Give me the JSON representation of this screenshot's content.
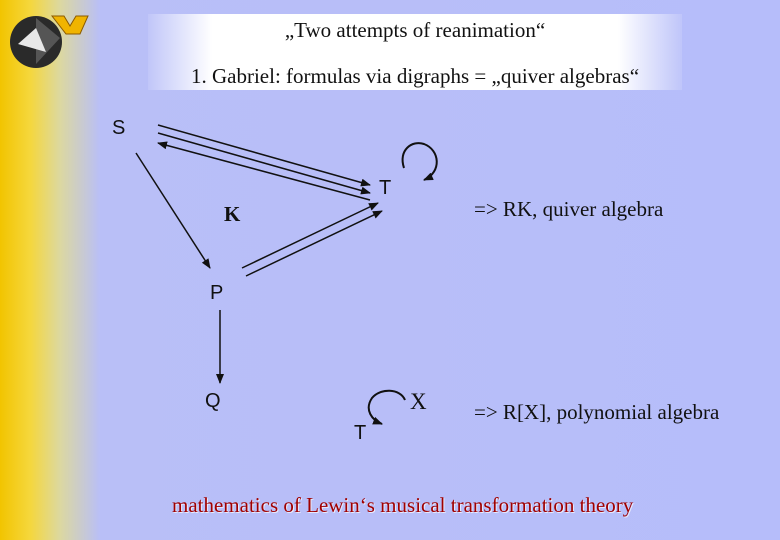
{
  "title": {
    "line1": "„Two attempts of reanimation“",
    "line2": "1. Gabriel: formulas via digraphs = „quiver algebras“"
  },
  "diagram1": {
    "nodes": {
      "s": "S",
      "t": "T",
      "k": "K",
      "p": "P",
      "q": "Q"
    },
    "result": "=> RK, quiver algebra"
  },
  "diagram2": {
    "nodes": {
      "t": "T",
      "x": "X"
    },
    "result": "=> R[X], polynomial algebra"
  },
  "footer": "mathematics of  Lewin‘s musical transformation theory",
  "colors": {
    "background": "#b6bdfa",
    "sidebar": "#f2c400",
    "footer": "#a00000"
  }
}
